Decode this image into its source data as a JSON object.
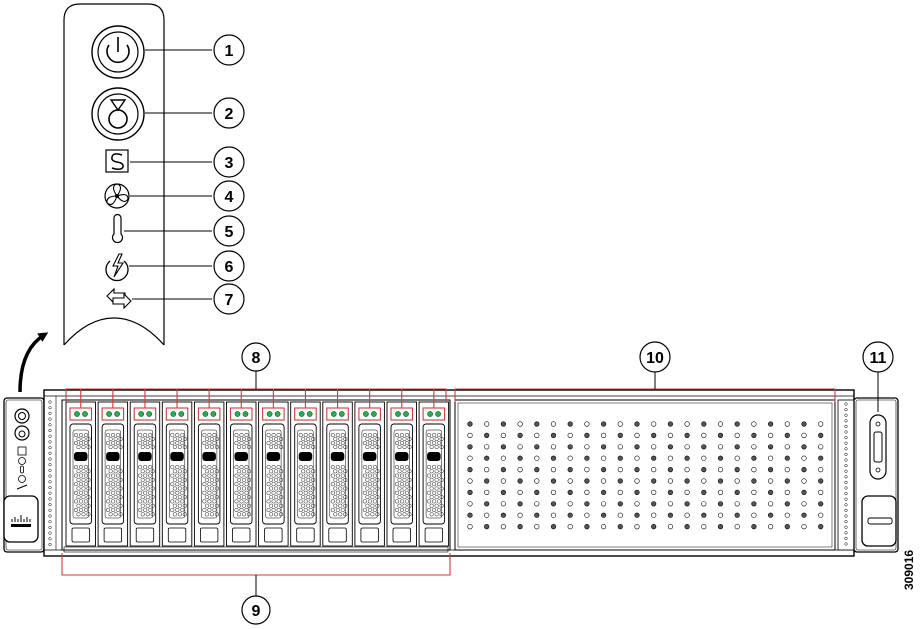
{
  "figure": {
    "figure_id": "309016",
    "callouts": [
      {
        "number": "1",
        "target": "power-button-led"
      },
      {
        "number": "2",
        "target": "unit-identification-button-led"
      },
      {
        "number": "3",
        "target": "system-status-led"
      },
      {
        "number": "4",
        "target": "fan-status-led"
      },
      {
        "number": "5",
        "target": "temperature-status-led"
      },
      {
        "number": "6",
        "target": "power-supply-status-led"
      },
      {
        "number": "7",
        "target": "network-link-activity-led"
      },
      {
        "number": "8",
        "target": "drive-bay-leds"
      },
      {
        "number": "9",
        "target": "drive-bays"
      },
      {
        "number": "10",
        "target": "blank-vent-panel"
      },
      {
        "number": "11",
        "target": "kvm-connector"
      }
    ],
    "drive_bay_count": 12,
    "vent_panel": {
      "rows": 10,
      "cols": 22
    },
    "colors": {
      "line": "#000000",
      "callout_line": "#d43a3a",
      "led_green": "#22b14c"
    }
  }
}
